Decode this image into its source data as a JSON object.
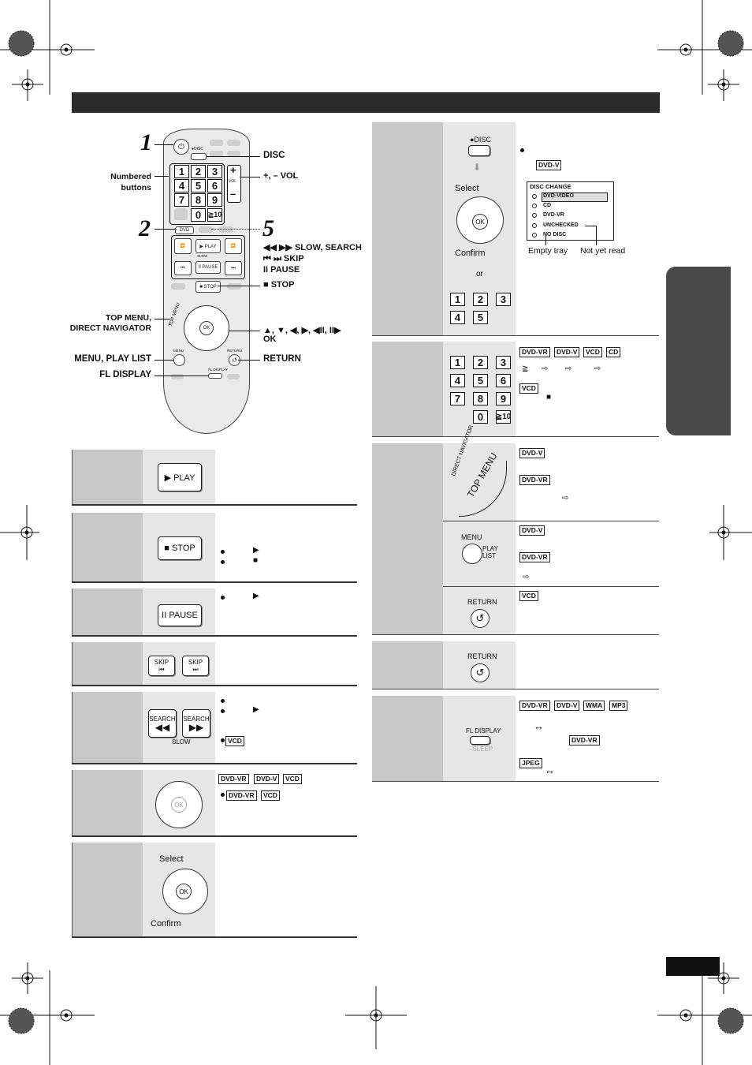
{
  "remote": {
    "labels": {
      "numbered_buttons": "Numbered\nbuttons",
      "disc": "DISC",
      "vol": "+, –  VOL",
      "slow_search": "◀◀  ▶▶ SLOW, SEARCH",
      "skip": "⏮  ⏭ SKIP",
      "pause": "II PAUSE",
      "stop": "■  STOP",
      "top_menu": "TOP MENU,",
      "direct_navigator": "DIRECT NAVIGATOR",
      "arrows_ok": "▲, ▼, ◀, ▶, ◀II, II▶",
      "ok": "OK",
      "menu_play_list": "MENU, PLAY LIST",
      "return": "RETURN",
      "fl_display": "FL DISPLAY"
    },
    "steps": [
      "1",
      "2",
      "5"
    ],
    "keys": [
      "1",
      "2",
      "3",
      "4",
      "5",
      "6",
      "7",
      "8",
      "9",
      "0",
      "≧10"
    ],
    "small": {
      "disc": "●DISC",
      "dvd": "DVD",
      "play": "▶ PLAY",
      "pause": "II PAUSE",
      "stop": "■ STOP",
      "search": "SEARCH",
      "skip": "SKIP",
      "slow": "SLOW",
      "ok": "OK",
      "menu": "MENU",
      "play_list": "PLAY\nLIST",
      "return": "RETURN",
      "fl_display": "FL DISPLAY",
      "vol": "VOL",
      "top_menu": "TOP MENU",
      "direct_nav": "DIRECT NAVIGATOR"
    }
  },
  "left_rows": {
    "play": "▶ PLAY",
    "stop": "■ STOP",
    "stop_bullets": [
      "▶",
      "■"
    ],
    "pause": "II PAUSE",
    "pause_bullet": "▶",
    "skip": [
      "SKIP",
      "SKIP"
    ],
    "search": [
      "SEARCH",
      "SEARCH"
    ],
    "slow": "SLOW",
    "search_bullet": "▶",
    "search_tag": "VCD",
    "frame_tags": [
      "DVD-VR",
      "DVD-V",
      "VCD"
    ],
    "frame_tags2": [
      "DVD-VR",
      "VCD"
    ],
    "ok": "OK",
    "select": "Select",
    "confirm": "Confirm"
  },
  "right_rows": {
    "disc_label": "●DISC",
    "disc_tag": "DVD-V",
    "select": "Select",
    "confirm": "Confirm",
    "or": "or",
    "ok": "OK",
    "disc_keys": [
      "1",
      "2",
      "3",
      "4",
      "5"
    ],
    "disc_change": {
      "title": "DISC CHANGE",
      "items": [
        "DVD-VIDEO",
        "CD",
        "DVD-VR",
        "UNCHECKED",
        "NO DISC"
      ],
      "empty_tray": "Empty tray",
      "not_yet_read": "Not yet read"
    },
    "num_tags": [
      "DVD-VR",
      "DVD-V",
      "VCD",
      "CD"
    ],
    "num_tag2": "VCD",
    "num_symbols": [
      "≧",
      "⇨",
      "⇨",
      "⇨",
      "■"
    ],
    "num_keys": [
      "1",
      "2",
      "3",
      "4",
      "5",
      "6",
      "7",
      "8",
      "9",
      "0",
      "≧10"
    ],
    "topmenu_label": "TOP MENU",
    "direct_nav_label": "DIRECT NAVIGATOR",
    "topmenu_tags": [
      "DVD-V",
      "DVD-VR"
    ],
    "arrow": "⇨",
    "menu_label": "MENU",
    "playlist_label": "PLAY\nLIST",
    "menu_tags": [
      "DVD-V",
      "DVD-VR"
    ],
    "return_label": "RETURN",
    "return_tag": "VCD",
    "return2_label": "RETURN",
    "fl_label": "FL DISPLAY",
    "sleep_label": "–SLEEP",
    "fl_tags": [
      "DVD-VR",
      "DVD-V",
      "WMA",
      "MP3"
    ],
    "fl_tag2": "DVD-VR",
    "fl_tag3": "JPEG",
    "double_arrow": "↔"
  }
}
